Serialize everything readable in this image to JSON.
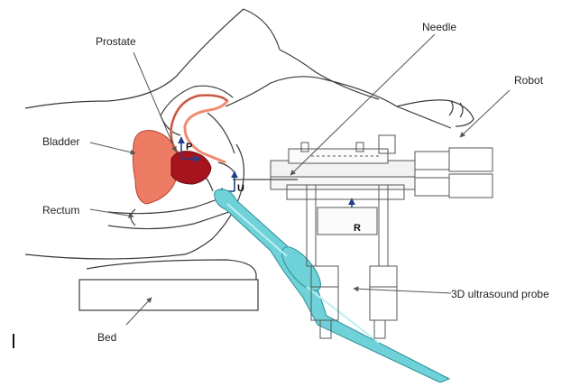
{
  "labels": {
    "prostate": "Prostate",
    "needle": "Needle",
    "robot": "Robot",
    "bladder": "Bladder",
    "rectum": "Rectum",
    "probe": "3D ultrasound probe",
    "bed": "Bed"
  },
  "axes": {
    "p": "P",
    "u": "U",
    "r": "R"
  },
  "colors": {
    "outline": "#3a3a3a",
    "bladder": "#ee7b64",
    "prostate": "#a8141d",
    "urethra": "#f08a72",
    "probe": "#6fd2d8",
    "probe_edge": "#2c8d96",
    "arrow": "#1f3f8c",
    "robot_line": "#555555"
  }
}
